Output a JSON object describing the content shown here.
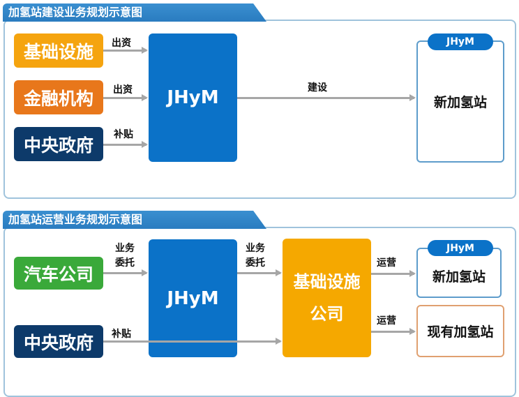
{
  "construction": {
    "title": "加氢站建设业务规划示意图",
    "sources": [
      "基础设施",
      "金融机构",
      "中央政府"
    ],
    "source_labels": [
      "出资",
      "出资",
      "补贴"
    ],
    "hub": "JHyM",
    "build_label": "建设",
    "target": {
      "badge": "JHyM",
      "label": "新加氢站"
    }
  },
  "operation": {
    "title": "加氢站运营业务规划示意图",
    "sources": [
      "汽车公司",
      "中央政府"
    ],
    "entrust_label_1": "业务",
    "entrust_label_2": "委托",
    "subsidy_label": "补贴",
    "hub": "JHyM",
    "operator": [
      "基础设施",
      "公司"
    ],
    "operate_labels": [
      "运营",
      "运营"
    ],
    "new_station": {
      "badge": "JHyM",
      "label": "新加氢站"
    },
    "existing_station": "现有加氢站"
  },
  "colors": {
    "blue": "#0b72c8",
    "orange": "#f5a40f",
    "dark_orange": "#e8771b",
    "navy": "#0d3a6a",
    "green": "#3aa93a"
  }
}
